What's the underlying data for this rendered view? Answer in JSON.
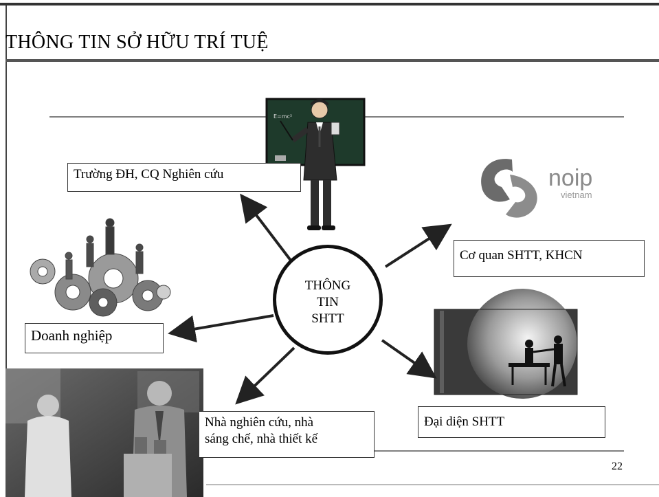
{
  "slide": {
    "title": "THÔNG TIN SỞ HỮU TRÍ TUỆ",
    "page_number": "22"
  },
  "hub": {
    "lines": [
      "THÔNG",
      "TIN",
      "SHTT"
    ]
  },
  "nodes": {
    "university": "Trường ĐH, CQ Nghiên cứu",
    "ip_office": "Cơ quan SHTT, KHCN",
    "enterprise": "Doanh nghiệp",
    "ip_representative": "Đại diện SHTT",
    "researcher_line1": "Nhà nghiên cứu, nhà",
    "researcher_line2": "sáng chế, nhà thiết kế"
  },
  "logo": {
    "name": "noip",
    "sub": "vietnam"
  },
  "colors": {
    "text": "#000000",
    "arrow": "#222222",
    "logo_text": "#8a8a8a",
    "logo_mark": "#6b6b6b"
  }
}
